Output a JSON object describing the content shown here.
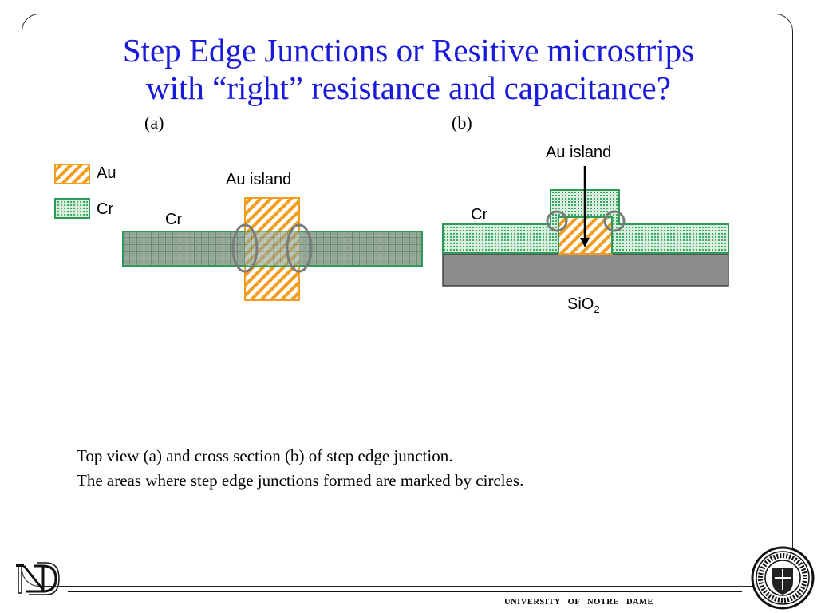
{
  "slide": {
    "title_line1": "Step Edge Junctions or Resitive microstrips",
    "title_line2": "with “right” resistance and capacitance?",
    "panel_a_label": "(a)",
    "panel_b_label": "(b)"
  },
  "legend": {
    "items": [
      {
        "label": "Au",
        "pattern": "orange-diagonal-hatch"
      },
      {
        "label": "Cr",
        "pattern": "green-dotted-fill"
      }
    ]
  },
  "top_view": {
    "cr_label": "Cr",
    "island_label": "Au island"
  },
  "cross_section": {
    "island_label": "Au island",
    "cr_label": "Cr",
    "substrate_label": "SiO",
    "substrate_subscript": "2"
  },
  "caption": {
    "line1": "Top view (a) and cross section (b) of step edge junction.",
    "line2": "The areas where step edge junctions formed are marked by circles."
  },
  "footer": {
    "institution": "UNIVERSITY OF NOTRE DAME",
    "seal_text": "UNIVERSITY OF NOTRE DAME"
  },
  "colors": {
    "title": "#1a1adb",
    "au_orange": "#f39c1e",
    "cr_green": "#2e9a5a",
    "cr_fill": "#cfe6d4",
    "substrate": "#8c8c8c",
    "circle": "#7a7a7a"
  },
  "icons": {
    "logo": "nd-monogram-icon",
    "seal": "university-seal-icon"
  }
}
